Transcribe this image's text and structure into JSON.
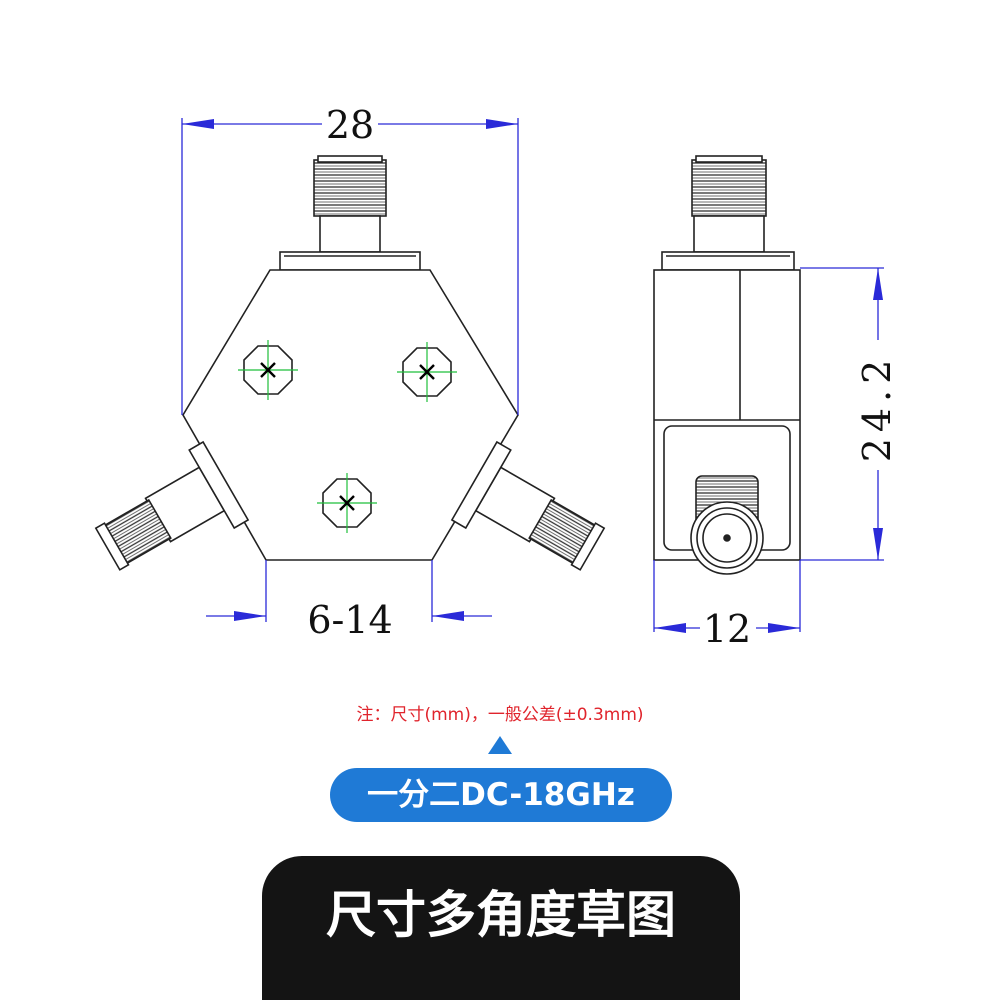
{
  "dimensions": {
    "top_width": "28",
    "bottom_width": "6-14",
    "side_height": "24.2",
    "side_width": "12"
  },
  "note": "注：尺寸(mm)，一般公差(±0.3mm)",
  "badge": "一分二DC-18GHz",
  "footer_title": "尺寸多角度草图",
  "colors": {
    "dimension_line": "#2a2ad8",
    "outline": "#222222",
    "screw_marker": "#1fbf3a",
    "badge_bg": "#1f7ad6",
    "note_text": "#e0242c",
    "footer_bg": "#141414"
  }
}
